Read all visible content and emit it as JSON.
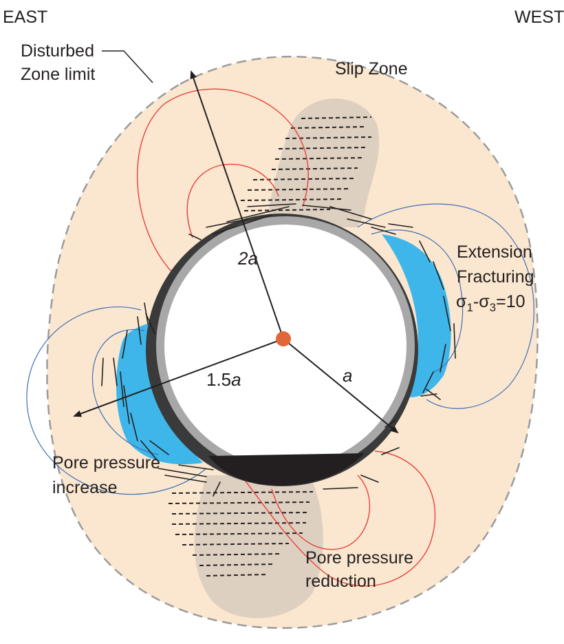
{
  "labels": {
    "east": "EAST",
    "west": "WEST",
    "disturbed_line1": "Disturbed",
    "disturbed_line2": "Zone limit",
    "slip_zone": "Slip Zone",
    "extension_line1": "Extension",
    "extension_line2": "Fracturing",
    "stress_sigma1": "σ",
    "stress_sub1": "1",
    "stress_minus": "-σ",
    "stress_sub3": "3",
    "stress_value": "=10",
    "radius_2a": "2a",
    "radius_15a_num": "1.5",
    "radius_15a_a": "a",
    "radius_a": "a",
    "pore_increase_line1": "Pore pressure",
    "pore_increase_line2": "increase",
    "pore_reduction_line1": "Pore pressure",
    "pore_reduction_line2": "reduction"
  },
  "colors": {
    "disturbed_zone_fill": "#fbe7cf",
    "disturbed_zone_border": "#9b9b9b",
    "slip_zone_fill": "#ddd0c0",
    "extension_fill": "#3fb6ea",
    "tunnel_lining": "#3a3a3a",
    "tunnel_inner_ring": "#a8a8a8",
    "center_dot": "#e0673a",
    "pore_reduction_contour": "#e8403a",
    "pore_increase_contour": "#3e6fb5",
    "text": "#231f20"
  }
}
